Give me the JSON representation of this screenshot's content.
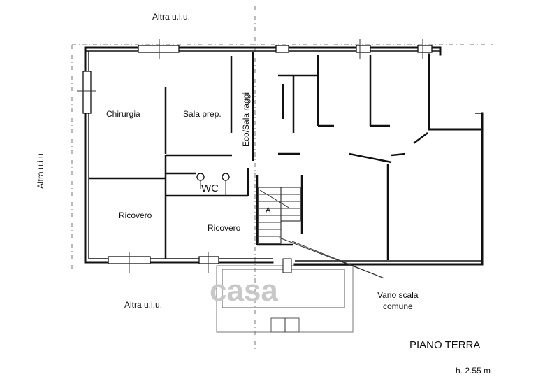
{
  "labels": {
    "neighbor_top": "Altra u.i.u.",
    "neighbor_left": "Altra u.i.u.",
    "neighbor_bottom": "Altra u.i.u.",
    "chirurgia": "Chirurgia",
    "sala_prep": "Sala prep.",
    "eco_sala_raggi": "Eco/Sala raggi",
    "wc": "WC",
    "ricovero_left": "Ricovero",
    "ricovero_center": "Ricovero",
    "stair_mark": "A",
    "vano_scala_line1": "Vano scala",
    "vano_scala_line2": "comune",
    "floor_name": "PIANO TERRA",
    "height": "h. 2.55 m",
    "watermark": "casa"
  }
}
